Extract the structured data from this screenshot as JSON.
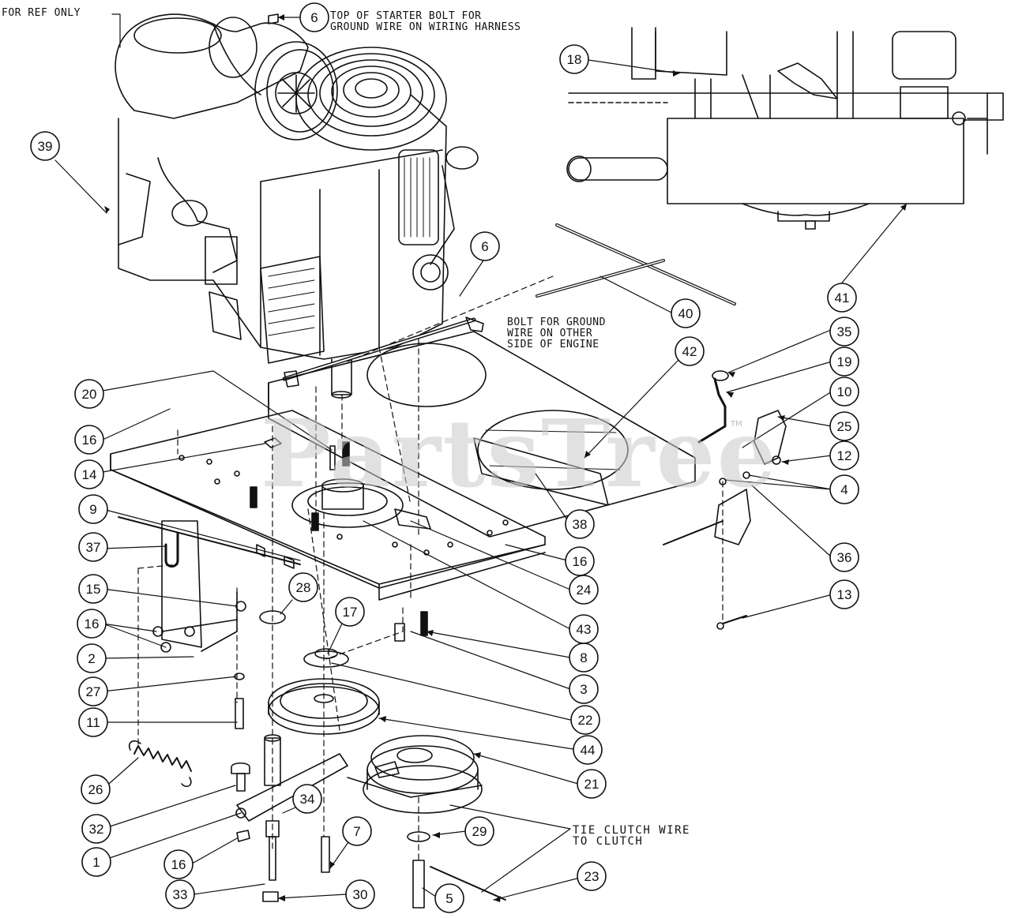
{
  "watermark": "PartsTree",
  "watermark_tm": "TM",
  "notes": {
    "ref_only": "FOR REF ONLY",
    "starter_bolt": "TOP OF STARTER BOLT FOR\nGROUND WIRE ON WIRING HARNESS",
    "ground_bolt": "BOLT FOR GROUND\nWIRE ON OTHER\nSIDE OF ENGINE",
    "tie_clutch": "TIE CLUTCH WIRE\nTO CLUTCH"
  },
  "callouts": [
    {
      "id": "c39",
      "label": "39"
    },
    {
      "id": "c6a",
      "label": "6"
    },
    {
      "id": "c18",
      "label": "18"
    },
    {
      "id": "c41",
      "label": "41"
    },
    {
      "id": "c6b",
      "label": "6"
    },
    {
      "id": "c40",
      "label": "40"
    },
    {
      "id": "c35",
      "label": "35"
    },
    {
      "id": "c42",
      "label": "42"
    },
    {
      "id": "c19",
      "label": "19"
    },
    {
      "id": "c10",
      "label": "10"
    },
    {
      "id": "c25",
      "label": "25"
    },
    {
      "id": "c12",
      "label": "12"
    },
    {
      "id": "c4",
      "label": "4"
    },
    {
      "id": "c36",
      "label": "36"
    },
    {
      "id": "c13",
      "label": "13"
    },
    {
      "id": "c20",
      "label": "20"
    },
    {
      "id": "c16a",
      "label": "16"
    },
    {
      "id": "c14",
      "label": "14"
    },
    {
      "id": "c9",
      "label": "9"
    },
    {
      "id": "c37",
      "label": "37"
    },
    {
      "id": "c15",
      "label": "15"
    },
    {
      "id": "c16b",
      "label": "16"
    },
    {
      "id": "c2",
      "label": "2"
    },
    {
      "id": "c27",
      "label": "27"
    },
    {
      "id": "c11",
      "label": "11"
    },
    {
      "id": "c26",
      "label": "26"
    },
    {
      "id": "c32",
      "label": "32"
    },
    {
      "id": "c1",
      "label": "1"
    },
    {
      "id": "c16c",
      "label": "16"
    },
    {
      "id": "c33",
      "label": "33"
    },
    {
      "id": "c30",
      "label": "30"
    },
    {
      "id": "c7",
      "label": "7"
    },
    {
      "id": "c5",
      "label": "5"
    },
    {
      "id": "c23",
      "label": "23"
    },
    {
      "id": "c29",
      "label": "29"
    },
    {
      "id": "c21",
      "label": "21"
    },
    {
      "id": "c44",
      "label": "44"
    },
    {
      "id": "c22",
      "label": "22"
    },
    {
      "id": "c3",
      "label": "3"
    },
    {
      "id": "c8",
      "label": "8"
    },
    {
      "id": "c43",
      "label": "43"
    },
    {
      "id": "c24",
      "label": "24"
    },
    {
      "id": "c16d",
      "label": "16"
    },
    {
      "id": "c38",
      "label": "38"
    },
    {
      "id": "c28",
      "label": "28"
    },
    {
      "id": "c17",
      "label": "17"
    },
    {
      "id": "c34",
      "label": "34"
    }
  ]
}
